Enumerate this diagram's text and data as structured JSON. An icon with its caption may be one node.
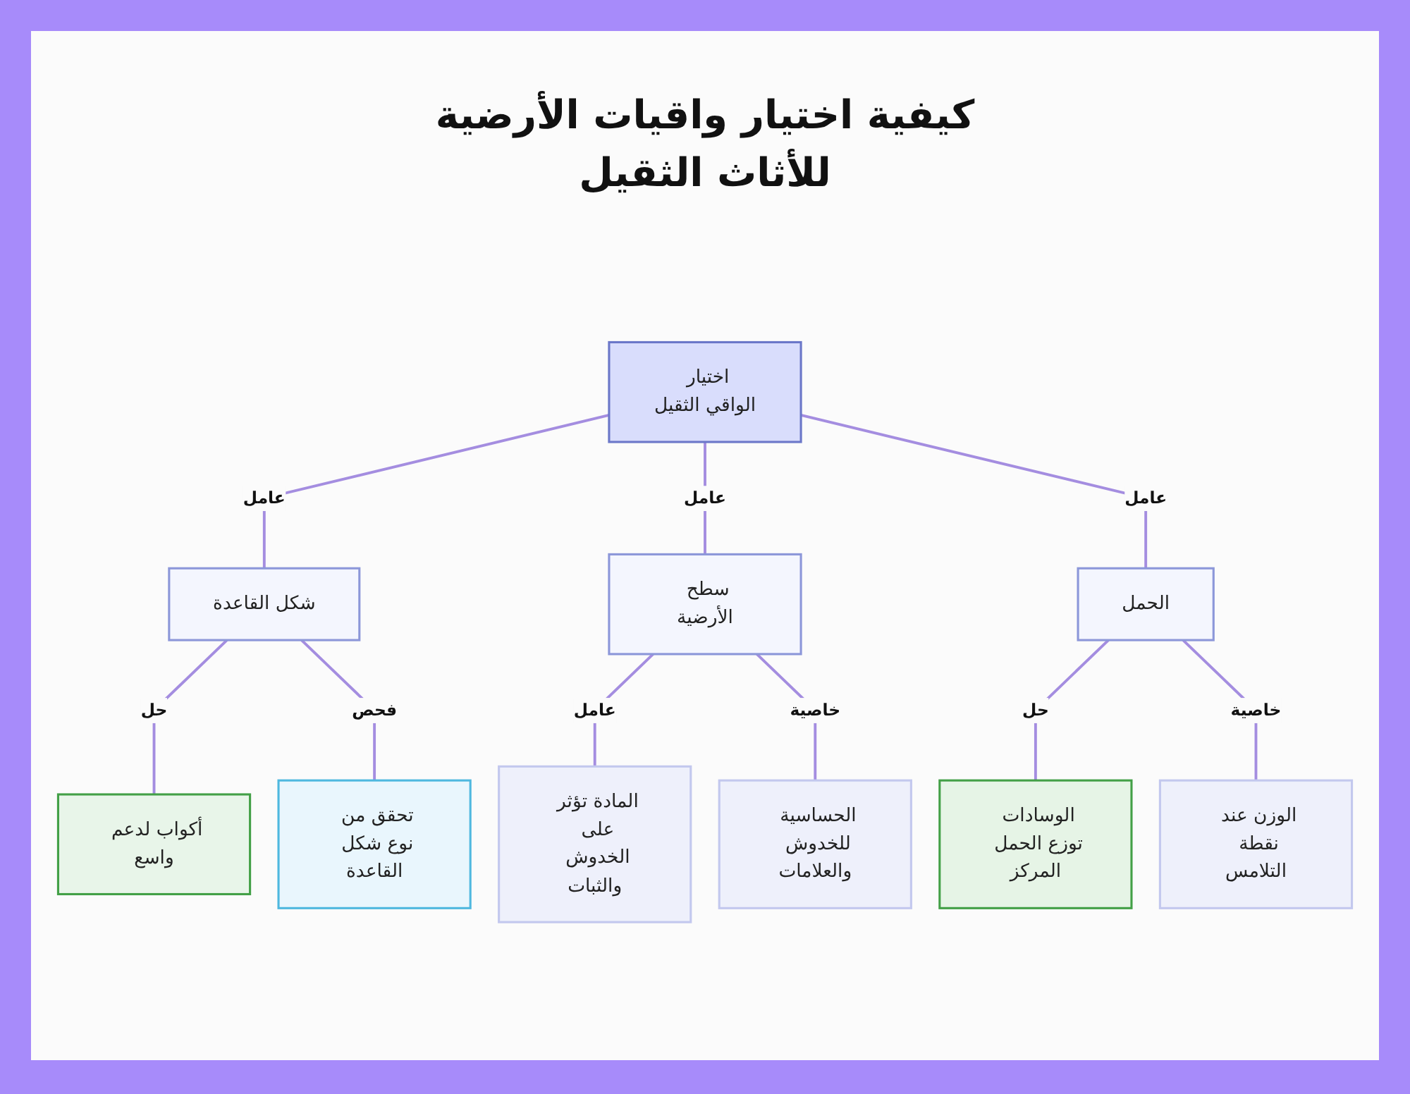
{
  "diagram": {
    "title": "كيفية اختيار واقيات الأرضية للأثاث الثقيل",
    "nodes": [
      {
        "text": [
          "اختيار الواقي الثقيل"
        ]
      },
      {
        "text": [
          "شكل القاعدة"
        ]
      },
      {
        "text": [
          "سطح الأرضية"
        ]
      },
      {
        "text": [
          "الحمل"
        ]
      },
      {
        "text": [
          "أكواب لدعم واسع"
        ]
      },
      {
        "text": [
          "تحقق من نوع شكل القاعدة"
        ]
      },
      {
        "text": [
          "المادة تؤثر على الخدوش والثبات"
        ]
      },
      {
        "text": [
          "الحساسية للخدوش والعلامات"
        ]
      },
      {
        "text": [
          "الوسادات توزع الحمل المركز"
        ]
      },
      {
        "text": [
          "الوزن عند نقطة التلامس"
        ]
      }
    ],
    "edges": [
      {
        "from": 0,
        "to": 1,
        "arrow": "none",
        "label": "عامل"
      },
      {
        "from": 0,
        "to": 2,
        "arrow": "none",
        "label": "عامل"
      },
      {
        "from": 0,
        "to": 3,
        "arrow": "none",
        "label": "عامل"
      },
      {
        "from": 1,
        "to": 4,
        "arrow": "none",
        "label": "حل"
      },
      {
        "from": 1,
        "to": 5,
        "arrow": "none",
        "label": "فحص"
      },
      {
        "from": 2,
        "to": 6,
        "arrow": "none",
        "label": "عامل"
      },
      {
        "from": 2,
        "to": 7,
        "arrow": "none",
        "label": "خاصية"
      },
      {
        "from": 3,
        "to": 8,
        "arrow": "none",
        "label": "حل"
      },
      {
        "from": 3,
        "to": 9,
        "arrow": "none",
        "label": "خاصية"
      }
    ]
  }
}
